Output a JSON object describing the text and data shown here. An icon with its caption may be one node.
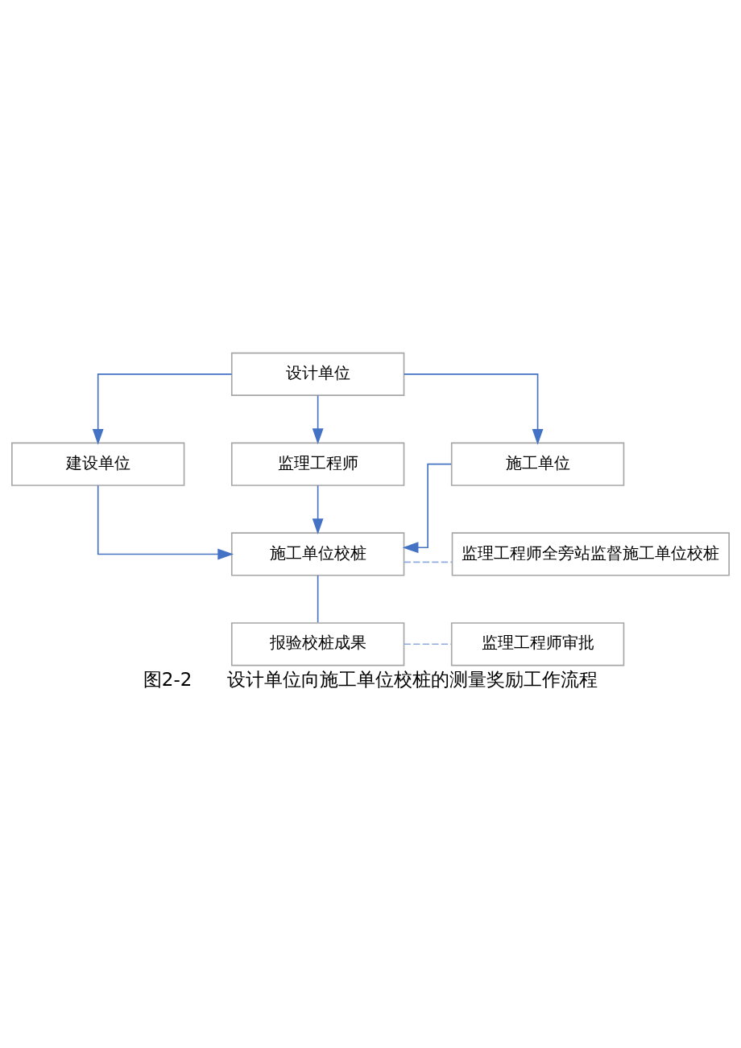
{
  "diagram": {
    "caption": "图2-2      设计单位向施工单位校桩的测量奖励工作流程",
    "nodes": [
      {
        "text": [
          "设计单位"
        ]
      },
      {
        "text": [
          "建设单位"
        ]
      },
      {
        "text": [
          "监理工程师"
        ]
      },
      {
        "text": [
          "施工单位"
        ]
      },
      {
        "text": [
          "施工单位校桩"
        ]
      },
      {
        "text": [
          "监理工程师全旁站监督施工单位校桩"
        ]
      },
      {
        "text": [
          "报验校桩成果"
        ]
      },
      {
        "text": [
          "监理工程师审批"
        ]
      }
    ],
    "edges": [
      {
        "from": 0,
        "to": 1,
        "arrow": "to"
      },
      {
        "from": 0,
        "to": 2,
        "arrow": "to"
      },
      {
        "from": 0,
        "to": 3,
        "arrow": "to"
      },
      {
        "from": 1,
        "to": 4,
        "arrow": "to"
      },
      {
        "from": 2,
        "to": 4,
        "arrow": "to"
      },
      {
        "from": 3,
        "to": 4,
        "arrow": "to"
      },
      {
        "from": 4,
        "to": 5,
        "arrow": "none",
        "style": "dashed",
        "color": "#8faadc"
      },
      {
        "from": 4,
        "to": 6,
        "arrow": "none"
      },
      {
        "from": 6,
        "to": 7,
        "arrow": "none",
        "style": "dashed",
        "color": "#8faadc"
      }
    ]
  }
}
